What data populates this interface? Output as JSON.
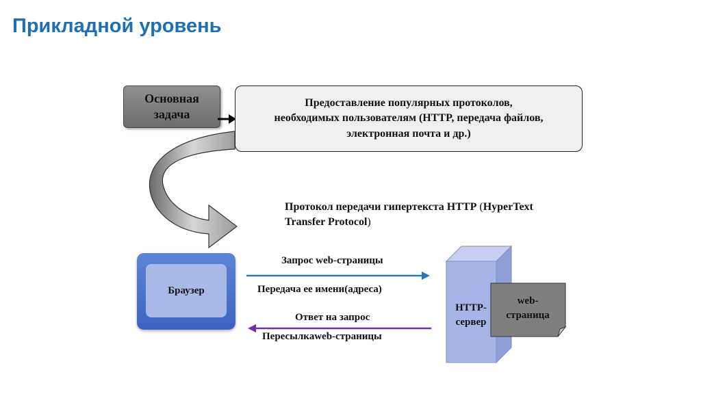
{
  "title": "Прикладной уровень",
  "task_box": {
    "lines": [
      "Основная",
      "задача"
    ]
  },
  "description_box": {
    "lines": [
      "Предоставление популярных протоколов,",
      "необходимых пользователям (HTTP, передача файлов,",
      "электронная почта и др.)"
    ]
  },
  "protocol": {
    "bold1": "Протокол передачи гипертекста HTTP",
    "plain1": " (",
    "bold2": "HyperText Transfer Protocol",
    "plain2": ")"
  },
  "browser": {
    "label": "Браузер"
  },
  "request": {
    "label_top": "Запрос web-страницы",
    "label_bottom": "Передача ее имени(адреса)"
  },
  "response": {
    "label_top": "Ответ на запрос",
    "label_bottom": "Пересылкаweb-страницы"
  },
  "server": {
    "lines": [
      "HTTP-",
      "сервер"
    ]
  },
  "web_page": {
    "lines": [
      "web-",
      "страница"
    ]
  },
  "colors": {
    "title": "#1f6fb5",
    "request_arrow": "#2a74b8",
    "response_arrow": "#7030a0",
    "server_front": "#a6b5e6",
    "browser": "#3a62bf"
  }
}
